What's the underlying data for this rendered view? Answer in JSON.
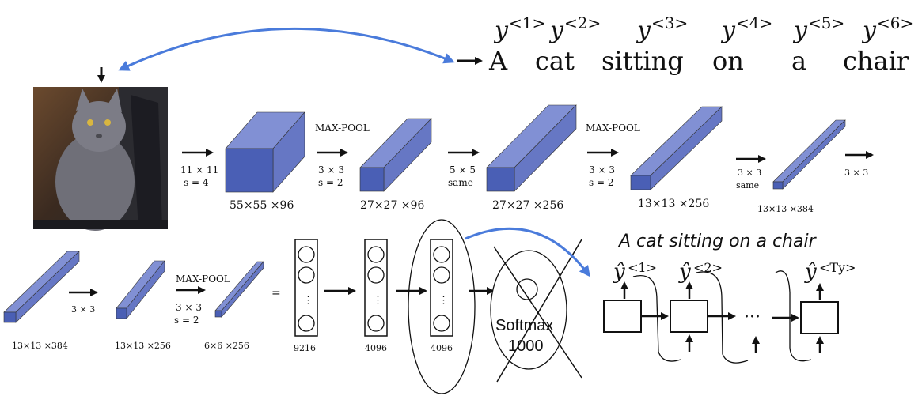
{
  "caption": {
    "words": [
      "A",
      "cat",
      "sitting",
      "on",
      "a",
      "chair"
    ],
    "indices": [
      "<1>",
      "<2>",
      "<3>",
      "<4>",
      "<5>",
      "<6>"
    ],
    "y_symbol": "y"
  },
  "conv_rows": {
    "top": {
      "steps": [
        {
          "op": "",
          "params": [
            "11 × 11",
            "s = 4"
          ]
        },
        {
          "op": "MAX-POOL",
          "params": [
            "3 × 3",
            "s = 2"
          ]
        },
        {
          "op": "",
          "params": [
            "5 × 5",
            "same"
          ]
        },
        {
          "op": "MAX-POOL",
          "params": [
            "3 × 3",
            "s = 2"
          ]
        },
        {
          "op": "",
          "params": [
            "3 × 3",
            "same"
          ]
        },
        {
          "op": "",
          "params": [
            "3 × 3"
          ]
        }
      ],
      "volumes": [
        "55×55 ×96",
        "27×27 ×96",
        "27×27 ×256",
        "13×13 ×256",
        "13×13 ×384"
      ]
    },
    "bottom": {
      "volumes": [
        "13×13 ×384",
        "13×13 ×256",
        "6×6 ×256"
      ],
      "steps": [
        {
          "op": "",
          "params": [
            "3 × 3"
          ]
        },
        {
          "op": "MAX-POOL",
          "params": [
            "3 × 3",
            "s = 2"
          ]
        }
      ],
      "equals": "=",
      "fc_layers": [
        "9216",
        "4096",
        "4096"
      ],
      "dots": "⋮"
    }
  },
  "softmax": {
    "label": "Softmax",
    "size": "1000"
  },
  "rnn": {
    "handwritten_caption": "A     cat  sitting on a  chair",
    "hat_y": "ŷ",
    "outputs": [
      "<1>",
      "<2>",
      "<Ty>"
    ],
    "ellipsis": "···"
  },
  "colors": {
    "volume_front": "#4a5fb5",
    "volume_top": "#8190d4",
    "volume_side": "#6677c4",
    "link_arrow": "#4a7bdb"
  },
  "icons": [
    "down-arrow-icon",
    "right-arrow-icon",
    "curved-arrow-icon",
    "cat-photo"
  ]
}
